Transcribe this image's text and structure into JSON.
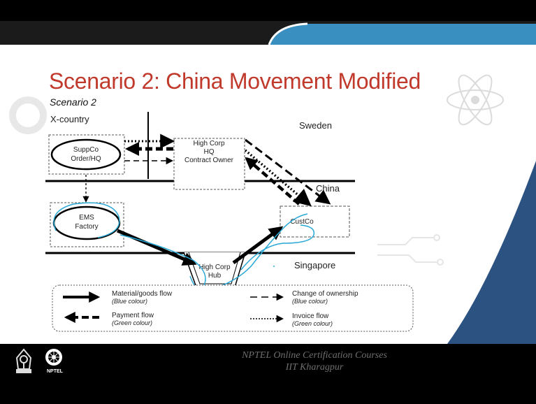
{
  "slide": {
    "title": "Scenario 2: China Movement Modified",
    "subtitle": "Scenario 2"
  },
  "regions": {
    "x_country": "X-country",
    "sweden": "Sweden",
    "china": "China",
    "singapore": "Singapore"
  },
  "nodes": {
    "suppco": [
      "SuppCo",
      "Order/HQ"
    ],
    "highcorp_hq": [
      "High Corp",
      "HQ",
      "Contract Owner"
    ],
    "ems": [
      "EMS",
      "Factory"
    ],
    "custco": "CustCo",
    "hub": [
      "High Corp",
      "Hub"
    ]
  },
  "legend": {
    "material": {
      "label": "Material/goods flow",
      "note": "(Blue colour)"
    },
    "payment": {
      "label": "Payment flow",
      "note": "(Green colour)"
    },
    "ownership": {
      "label": "Change of ownership",
      "note": "(Blue colour)"
    },
    "invoice": {
      "label": "Invoice flow",
      "note": "(Green colour)"
    }
  },
  "footer": {
    "line1": "NPTEL Online Certification Courses",
    "line2": "IIT Kharagpur",
    "logo_label": "NPTEL"
  },
  "colors": {
    "title": "#c0392b",
    "top_bar_blue": "#3a8fc1",
    "side_panel": "#2c5282",
    "annotation_blue": "#29a8d6"
  }
}
